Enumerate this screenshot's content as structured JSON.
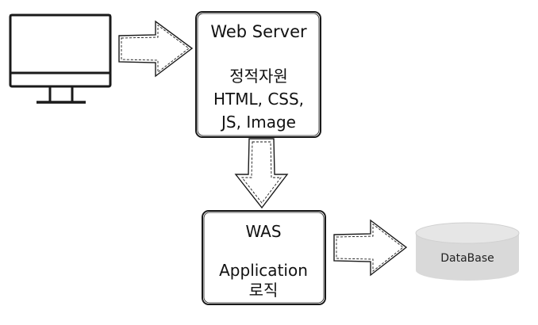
{
  "web_server": {
    "title": "Web Server",
    "line1": "정적자원",
    "line2": "HTML, CSS,",
    "line3": "JS, Image"
  },
  "was": {
    "title": "WAS",
    "line1": "Application",
    "line2": "로직"
  },
  "database": {
    "label": "DataBase"
  },
  "colors": {
    "stroke": "#1a1a1a",
    "db_fill": "#d9d9d9",
    "db_top": "#e6e6e6"
  }
}
